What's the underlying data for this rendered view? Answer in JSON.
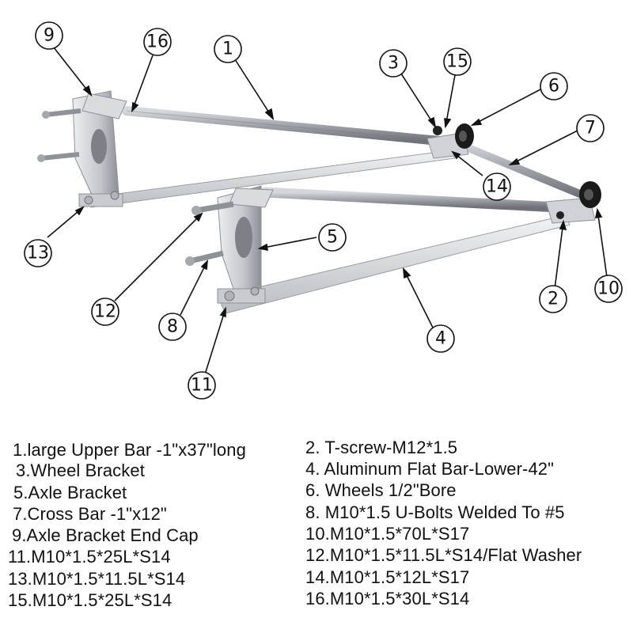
{
  "callouts": [
    "1",
    "2",
    "3",
    "4",
    "5",
    "6",
    "7",
    "8",
    "9",
    "10",
    "11",
    "12",
    "13",
    "14",
    "15",
    "16"
  ],
  "legend_left": [
    "1.large Upper Bar -1\"x37\"long",
    "3.Wheel Bracket",
    "5.Axle Bracket",
    "7.Cross Bar -1\"x12\"",
    "9.Axle Bracket End Cap",
    "11.M10*1.5*25L*S14",
    "13.M10*1.5*11.5L*S14",
    "15.M10*1.5*25L*S14"
  ],
  "legend_right": [
    "2. T-screw-M12*1.5",
    "4. Aluminum Flat  Bar-Lower-42\"",
    "6. Wheels 1/2\"Bore",
    "8. M10*1.5 U-Bolts Welded To #5",
    "10.M10*1.5*70L*S17",
    "12.M10*1.5*11.5L*S14/Flat Washer",
    "14.M10*1.5*12L*S17",
    "16.M10*1.5*30L*S14"
  ]
}
